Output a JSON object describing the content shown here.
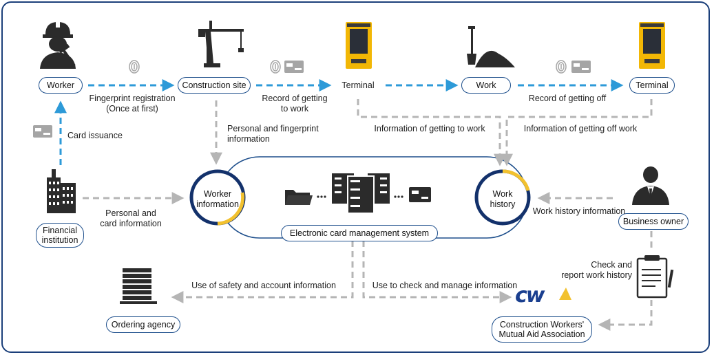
{
  "nodes": {
    "worker": "Worker",
    "construction_site": "Construction site",
    "terminal_1": "Terminal",
    "work": "Work",
    "terminal_2": "Terminal",
    "financial_institution": "Financial\ninstitution",
    "business_owner": "Business owner",
    "ordering_agency": "Ordering agency",
    "cwmaa": "Construction Workers'\nMutual Aid Association",
    "system": "Electronic card management system",
    "worker_information": "Worker\ninformation",
    "work_history": "Work\nhistory"
  },
  "labels": {
    "fingerprint_registration": "Fingerprint registration\n(Once at first)",
    "record_getting_to_work": "Record of getting\nto work",
    "record_getting_off": "Record of getting off",
    "card_issuance": "Card issuance",
    "personal_fingerprint_info": "Personal and fingerprint\ninformation",
    "info_getting_to_work": "Information of getting to work",
    "info_getting_off_work": "Information of getting off work",
    "personal_card_info": "Personal and\ncard information",
    "work_history_info": "Work history information",
    "check_report": "Check and\nreport work history",
    "use_safety_account": "Use of safety and account information",
    "use_check_manage": "Use to check and manage information"
  },
  "logo_text": "cw",
  "colors": {
    "frame": "#1b3f7a",
    "pill_border": "#1e4f8c",
    "blue_arrow": "#2d9ad8",
    "gray_arrow": "#b5b5b5",
    "ring_navy": "#13316b",
    "ring_yellow": "#f2c12e",
    "terminal_yellow": "#f2b705",
    "icon_dark": "#2b2b2b"
  },
  "icons": [
    "construction-worker-icon",
    "tower-crane-icon",
    "fingerprint-icon",
    "card-icon",
    "card-terminal-icon",
    "shovel-dirt-icon",
    "office-building-icon",
    "businessman-icon",
    "clipboard-report-icon",
    "ordering-building-icon",
    "folder-icon",
    "server-icon",
    "cw-logo-icon"
  ]
}
